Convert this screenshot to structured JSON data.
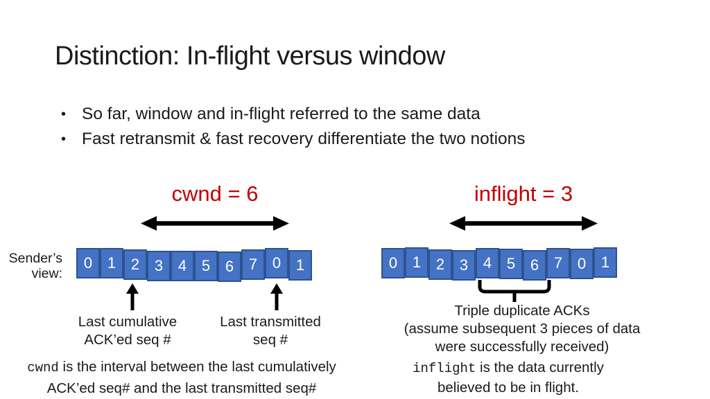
{
  "slide": {
    "title": "Distinction: In-flight versus window",
    "bullets": [
      "So far, window and in-flight referred to the same data",
      "Fast retransmit & fast recovery differentiate the two notions"
    ]
  },
  "colors": {
    "accent_red": "#C00000",
    "box_fill": "#4472C4",
    "box_border": "#2F528F",
    "box_text": "#FFFFFF",
    "arrow_black": "#000000"
  },
  "left": {
    "window_label": "cwnd = 6",
    "sender_label_lines": [
      "Sender’s",
      "view:"
    ],
    "cells": [
      "0",
      "1",
      "2",
      "3",
      "4",
      "5",
      "6",
      "7",
      "0",
      "1"
    ],
    "ack_pointer_lines": [
      "Last cumulative",
      "ACK’ed seq #"
    ],
    "tx_pointer_lines": [
      "Last transmitted",
      "seq #"
    ],
    "caption": {
      "code": "cwnd",
      "line1_rest": " is the interval between the last cumulatively",
      "line2": "ACK’ed seq# and the last transmitted seq#"
    }
  },
  "right": {
    "window_label": "inflight = 3",
    "cells": [
      "0",
      "1",
      "2",
      "3",
      "4",
      "5",
      "6",
      "7",
      "0",
      "1"
    ],
    "note_lines": [
      "Triple duplicate ACKs",
      "(assume subsequent 3 pieces of data",
      "were successfully received)"
    ],
    "caption": {
      "code": "inflight",
      "line1_rest": " is the data currently",
      "line2": "believed to be in flight."
    }
  }
}
